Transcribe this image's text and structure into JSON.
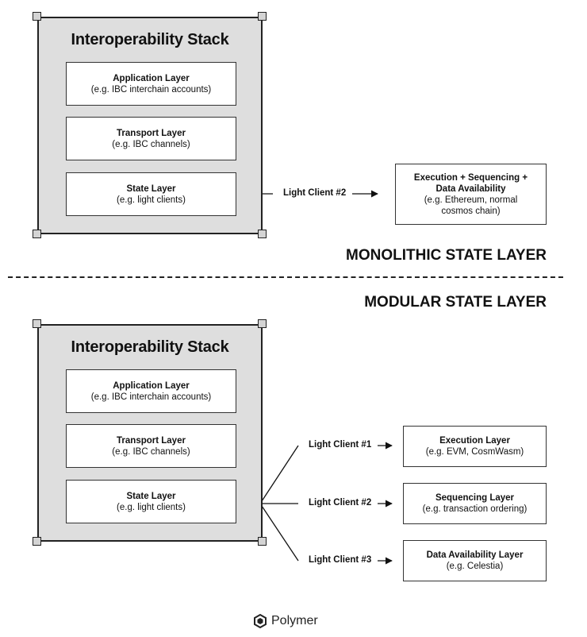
{
  "monolithic": {
    "stack_title": "Interoperability Stack",
    "layers": [
      {
        "title": "Application Layer",
        "subtitle": "(e.g. IBC interchain accounts)"
      },
      {
        "title": "Transport Layer",
        "subtitle": "(e.g. IBC channels)"
      },
      {
        "title": "State Layer",
        "subtitle": "(e.g. light clients)"
      }
    ],
    "connection_label": "Light Client #2",
    "target": {
      "title_line1": "Execution + Sequencing +",
      "title_line2": "Data Availability",
      "subtitle_line1": "(e.g. Ethereum, normal",
      "subtitle_line2": "cosmos chain)"
    },
    "section_title": "MONOLITHIC STATE LAYER"
  },
  "modular": {
    "section_title": "MODULAR STATE LAYER",
    "stack_title": "Interoperability Stack",
    "layers": [
      {
        "title": "Application Layer",
        "subtitle": "(e.g. IBC interchain accounts)"
      },
      {
        "title": "Transport Layer",
        "subtitle": "(e.g. IBC channels)"
      },
      {
        "title": "State Layer",
        "subtitle": "(e.g. light clients)"
      }
    ],
    "connections": [
      {
        "label": "Light Client #1",
        "target_title": "Execution Layer",
        "target_subtitle": "(e.g. EVM, CosmWasm)"
      },
      {
        "label": "Light Client #2",
        "target_title": "Sequencing Layer",
        "target_subtitle": "(e.g. transaction ordering)"
      },
      {
        "label": "Light Client #3",
        "target_title": "Data Availability Layer",
        "target_subtitle": "(e.g. Celestia)"
      }
    ]
  },
  "brand": {
    "name": "Polymer",
    "icon": "polymer-logo-icon"
  }
}
